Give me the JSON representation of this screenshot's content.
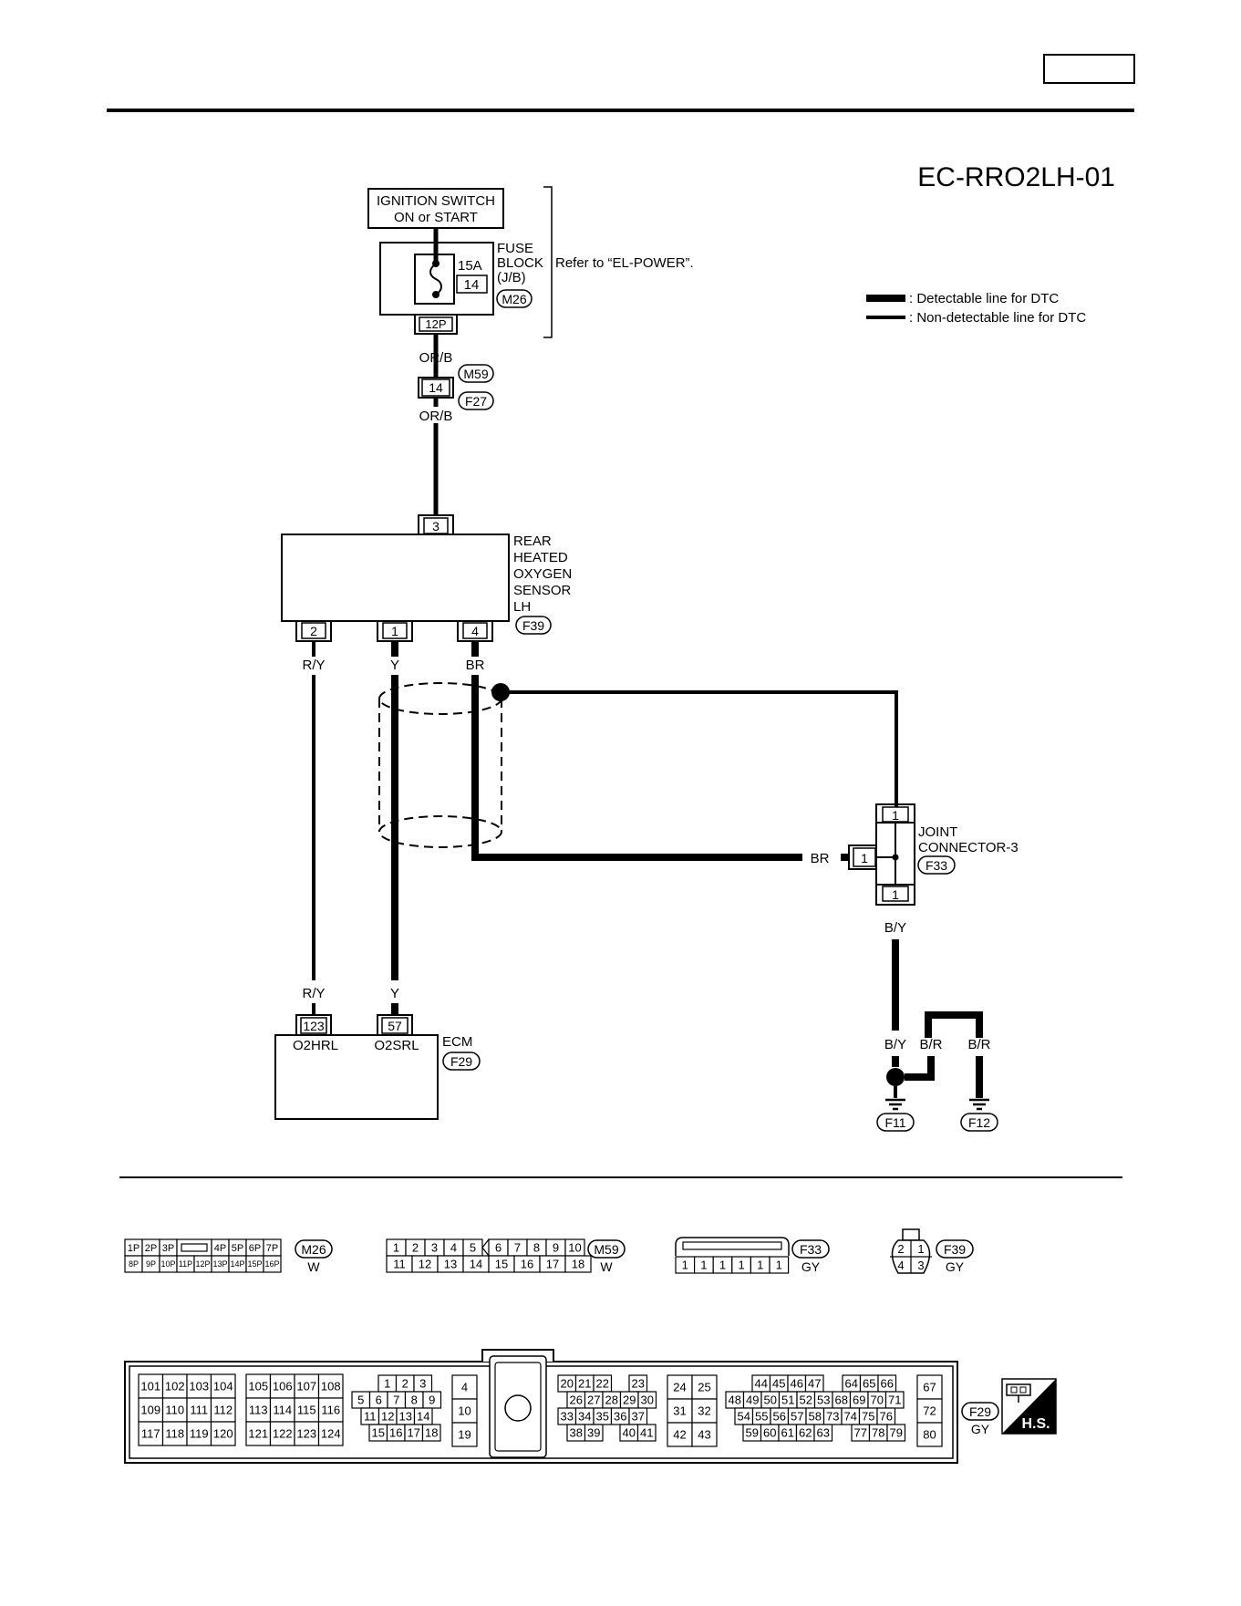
{
  "page": {
    "header_box": "",
    "diagram_code": "EC-RRO2LH-01"
  },
  "legend": {
    "detectable": ": Detectable line for DTC",
    "non_detectable": ": Non-detectable line for DTC"
  },
  "ignition": {
    "line1": "IGNITION SWITCH",
    "line2": "ON or START"
  },
  "fuse_block": {
    "label1": "FUSE",
    "label2": "BLOCK",
    "label3": "(J/B)",
    "amp": "15A",
    "fuse_no": "14",
    "connector": "M26",
    "terminal": "12P",
    "refer": "Refer to “EL-POWER”."
  },
  "inline_connector": {
    "top_wire": "OR/B",
    "terminal": "14",
    "conn_a": "M59",
    "conn_b": "F27",
    "bottom_wire": "OR/B"
  },
  "sensor": {
    "lines": [
      "REAR",
      "HEATED",
      "OXYGEN",
      "SENSOR",
      "LH"
    ],
    "connector": "F39",
    "pin_top": "3",
    "pins": [
      "2",
      "1",
      "4"
    ],
    "wires": [
      "R/Y",
      "Y",
      "BR"
    ]
  },
  "joint": {
    "line1": "JOINT",
    "line2": "CONNECTOR-3",
    "connector": "F33",
    "pin_top": "1",
    "pin_left": "1",
    "pin_bottom": "1",
    "left_wire": "BR",
    "bottom_wire": "B/Y"
  },
  "ecm": {
    "label": "ECM",
    "connector": "F29",
    "wire_left": "R/Y",
    "wire_right": "Y",
    "pin_left": "123",
    "pin_right": "57",
    "name_left": "O2HRL",
    "name_right": "O2SRL"
  },
  "ground": {
    "wire_by": "B/Y",
    "wire_br1": "B/R",
    "wire_br2": "B/R",
    "g1": "F11",
    "g2": "F12"
  },
  "connector_views": {
    "m26": {
      "name": "M26",
      "color": "W",
      "row1": [
        "1P",
        "2P",
        "3P",
        "",
        "4P",
        "5P",
        "6P",
        "7P"
      ],
      "row2": [
        "8P",
        "9P",
        "10P",
        "11P",
        "12P",
        "13P",
        "14P",
        "15P",
        "16P"
      ]
    },
    "m59": {
      "name": "M59",
      "color": "W",
      "row1": [
        "1",
        "2",
        "3",
        "4",
        "5",
        "6",
        "7",
        "8",
        "9",
        "10"
      ],
      "row2": [
        "11",
        "12",
        "13",
        "14",
        "15",
        "16",
        "17",
        "18"
      ]
    },
    "f33": {
      "name": "F33",
      "color": "GY",
      "pins": [
        "1",
        "1",
        "1",
        "1",
        "1",
        "1"
      ]
    },
    "f39": {
      "name": "F39",
      "color": "GY",
      "pins": [
        "2",
        "1",
        "4",
        "3"
      ]
    },
    "f29": {
      "name": "F29",
      "color": "GY",
      "grid_a": [
        [
          "101",
          "102",
          "103",
          "104"
        ],
        [
          "109",
          "110",
          "111",
          "112"
        ],
        [
          "117",
          "118",
          "119",
          "120"
        ]
      ],
      "grid_b": [
        [
          "105",
          "106",
          "107",
          "108"
        ],
        [
          "113",
          "114",
          "115",
          "116"
        ],
        [
          "121",
          "122",
          "123",
          "124"
        ]
      ],
      "g1_r1": [
        "1",
        "2",
        "3"
      ],
      "g1_r2": [
        "5",
        "6",
        "7",
        "8",
        "9"
      ],
      "g1_r3": [
        "11",
        "12",
        "13",
        "14"
      ],
      "g1_r4": [
        "15",
        "16",
        "17",
        "18"
      ],
      "g2": [
        "4",
        "10",
        "19"
      ],
      "g3_r1": [
        "20",
        "21",
        "22",
        "23"
      ],
      "g3_r2": [
        "26",
        "27",
        "28",
        "29",
        "30"
      ],
      "g3_r3": [
        "33",
        "34",
        "35",
        "36",
        "37"
      ],
      "g3_r4": [
        "38",
        "39",
        "40",
        "41"
      ],
      "g4": [
        [
          "24",
          "25"
        ],
        [
          "31",
          "32"
        ],
        [
          "42",
          "43"
        ]
      ],
      "g5_r1": [
        "44",
        "45",
        "46",
        "47",
        "64",
        "65",
        "66"
      ],
      "g5_r2": [
        "48",
        "49",
        "50",
        "51",
        "52",
        "53",
        "68",
        "69",
        "70",
        "71"
      ],
      "g5_r3": [
        "54",
        "55",
        "56",
        "57",
        "58",
        "73",
        "74",
        "75",
        "76"
      ],
      "g5_r4": [
        "59",
        "60",
        "61",
        "62",
        "63",
        "77",
        "78",
        "79"
      ],
      "g6": [
        "67",
        "72",
        "80"
      ]
    },
    "hs_label": "H.S."
  }
}
